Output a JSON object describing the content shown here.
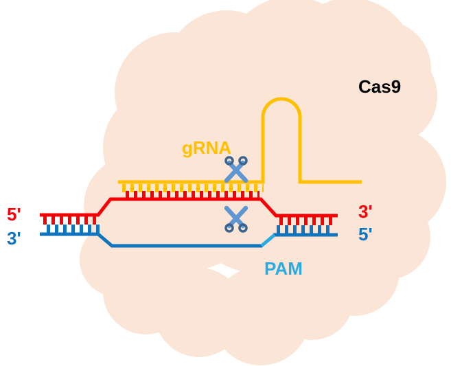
{
  "diagram": {
    "labels": {
      "protein": "Cas9",
      "guide_rna": "gRNA",
      "pam": "PAM",
      "dna_top_left_end": "5'",
      "dna_top_right_end": "3'",
      "dna_bottom_left_end": "3'",
      "dna_bottom_right_end": "5'"
    },
    "colors": {
      "background": "#ffffff",
      "cas9_blob": "#fbe5d6",
      "grna": "#ffc000",
      "dna_top_strand": "#f60007",
      "dna_bottom_strand": "#1274bc",
      "pam": "#29abe2",
      "label_text": "#000000",
      "scissors_blades": "#5e96d2",
      "scissors_handles": "#3a648c"
    }
  }
}
